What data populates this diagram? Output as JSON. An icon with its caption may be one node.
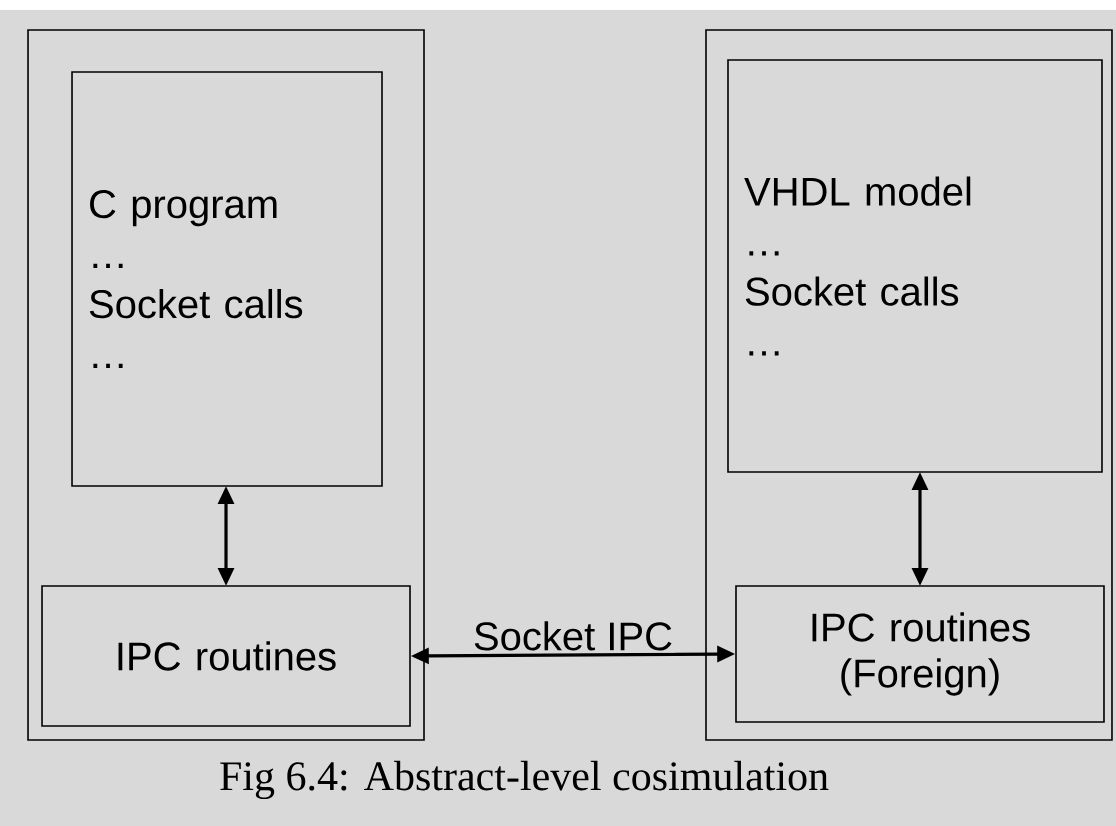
{
  "diagram": {
    "caption": "Fig 6.4: Abstract-level cosimulation",
    "nodes": [
      {
        "text": [],
        "shape": "box"
      },
      {
        "text": [
          "C program",
          "…",
          "Socket calls",
          "…"
        ],
        "in": 0
      },
      {
        "text": [
          "IPC routines"
        ],
        "in": 0
      },
      {
        "text": [],
        "shape": "box"
      },
      {
        "text": [
          "VHDL model",
          "…",
          "Socket calls",
          "…"
        ],
        "in": 3
      },
      {
        "text": [
          "IPC routines (Foreign)"
        ],
        "in": 3
      }
    ],
    "edges": [
      {
        "from": 1,
        "to": 2,
        "arrow": "both"
      },
      {
        "from": 2,
        "to": 5,
        "arrow": "both",
        "label": "Socket IPC"
      },
      {
        "from": 4,
        "to": 5,
        "arrow": "both"
      }
    ]
  }
}
